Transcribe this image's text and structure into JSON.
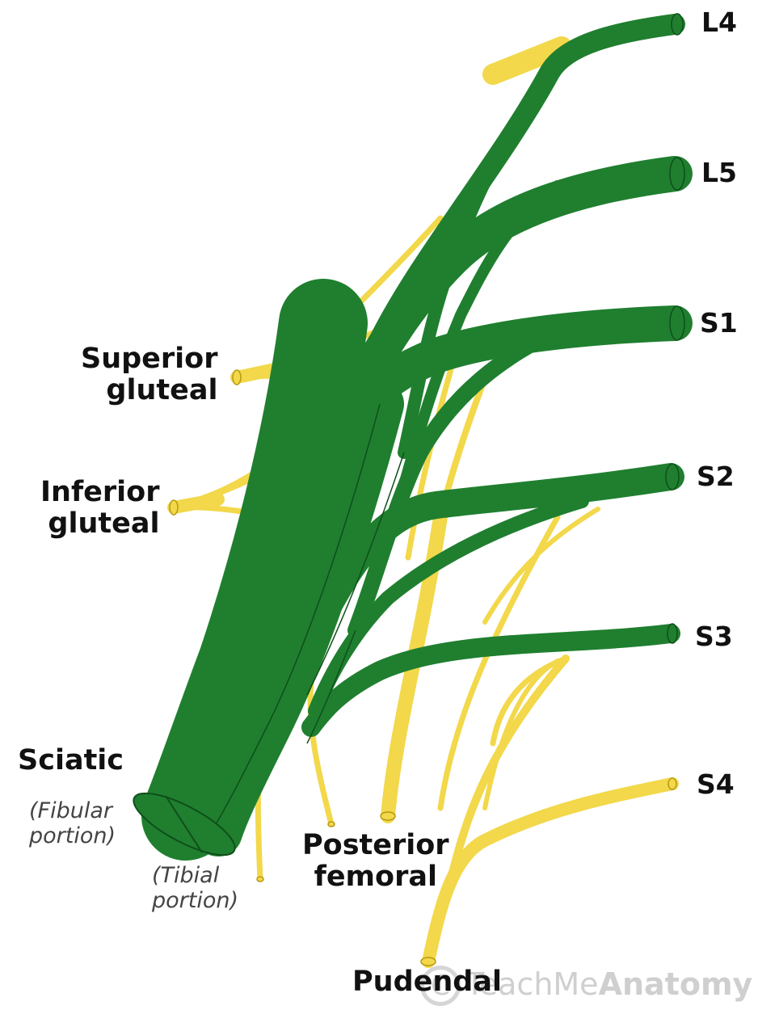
{
  "colors": {
    "nerve_green": "#1f7f2f",
    "nerve_green_dark": "#0f4f1a",
    "branch_yellow": "#f2d84a",
    "branch_yellow_dark": "#b89a12",
    "label_text": "#111111",
    "sublabel_text": "#444444"
  },
  "roots": {
    "l4": "L4",
    "l5": "L5",
    "s1": "S1",
    "s2": "S2",
    "s3": "S3",
    "s4": "S4"
  },
  "nerves": {
    "superior_gluteal": [
      "Superior",
      "gluteal"
    ],
    "inferior_gluteal": [
      "Inferior",
      "gluteal"
    ],
    "sciatic": "Sciatic",
    "fibular_portion": [
      "(Fibular",
      "portion)"
    ],
    "tibial_portion": [
      "(Tibial",
      "portion)"
    ],
    "posterior_femoral": [
      "Posterior",
      "femoral"
    ],
    "pudendal": "Pudendal"
  },
  "watermark": {
    "symbol": "C",
    "text_light": "TeachMe",
    "text_bold": "Anatomy"
  }
}
